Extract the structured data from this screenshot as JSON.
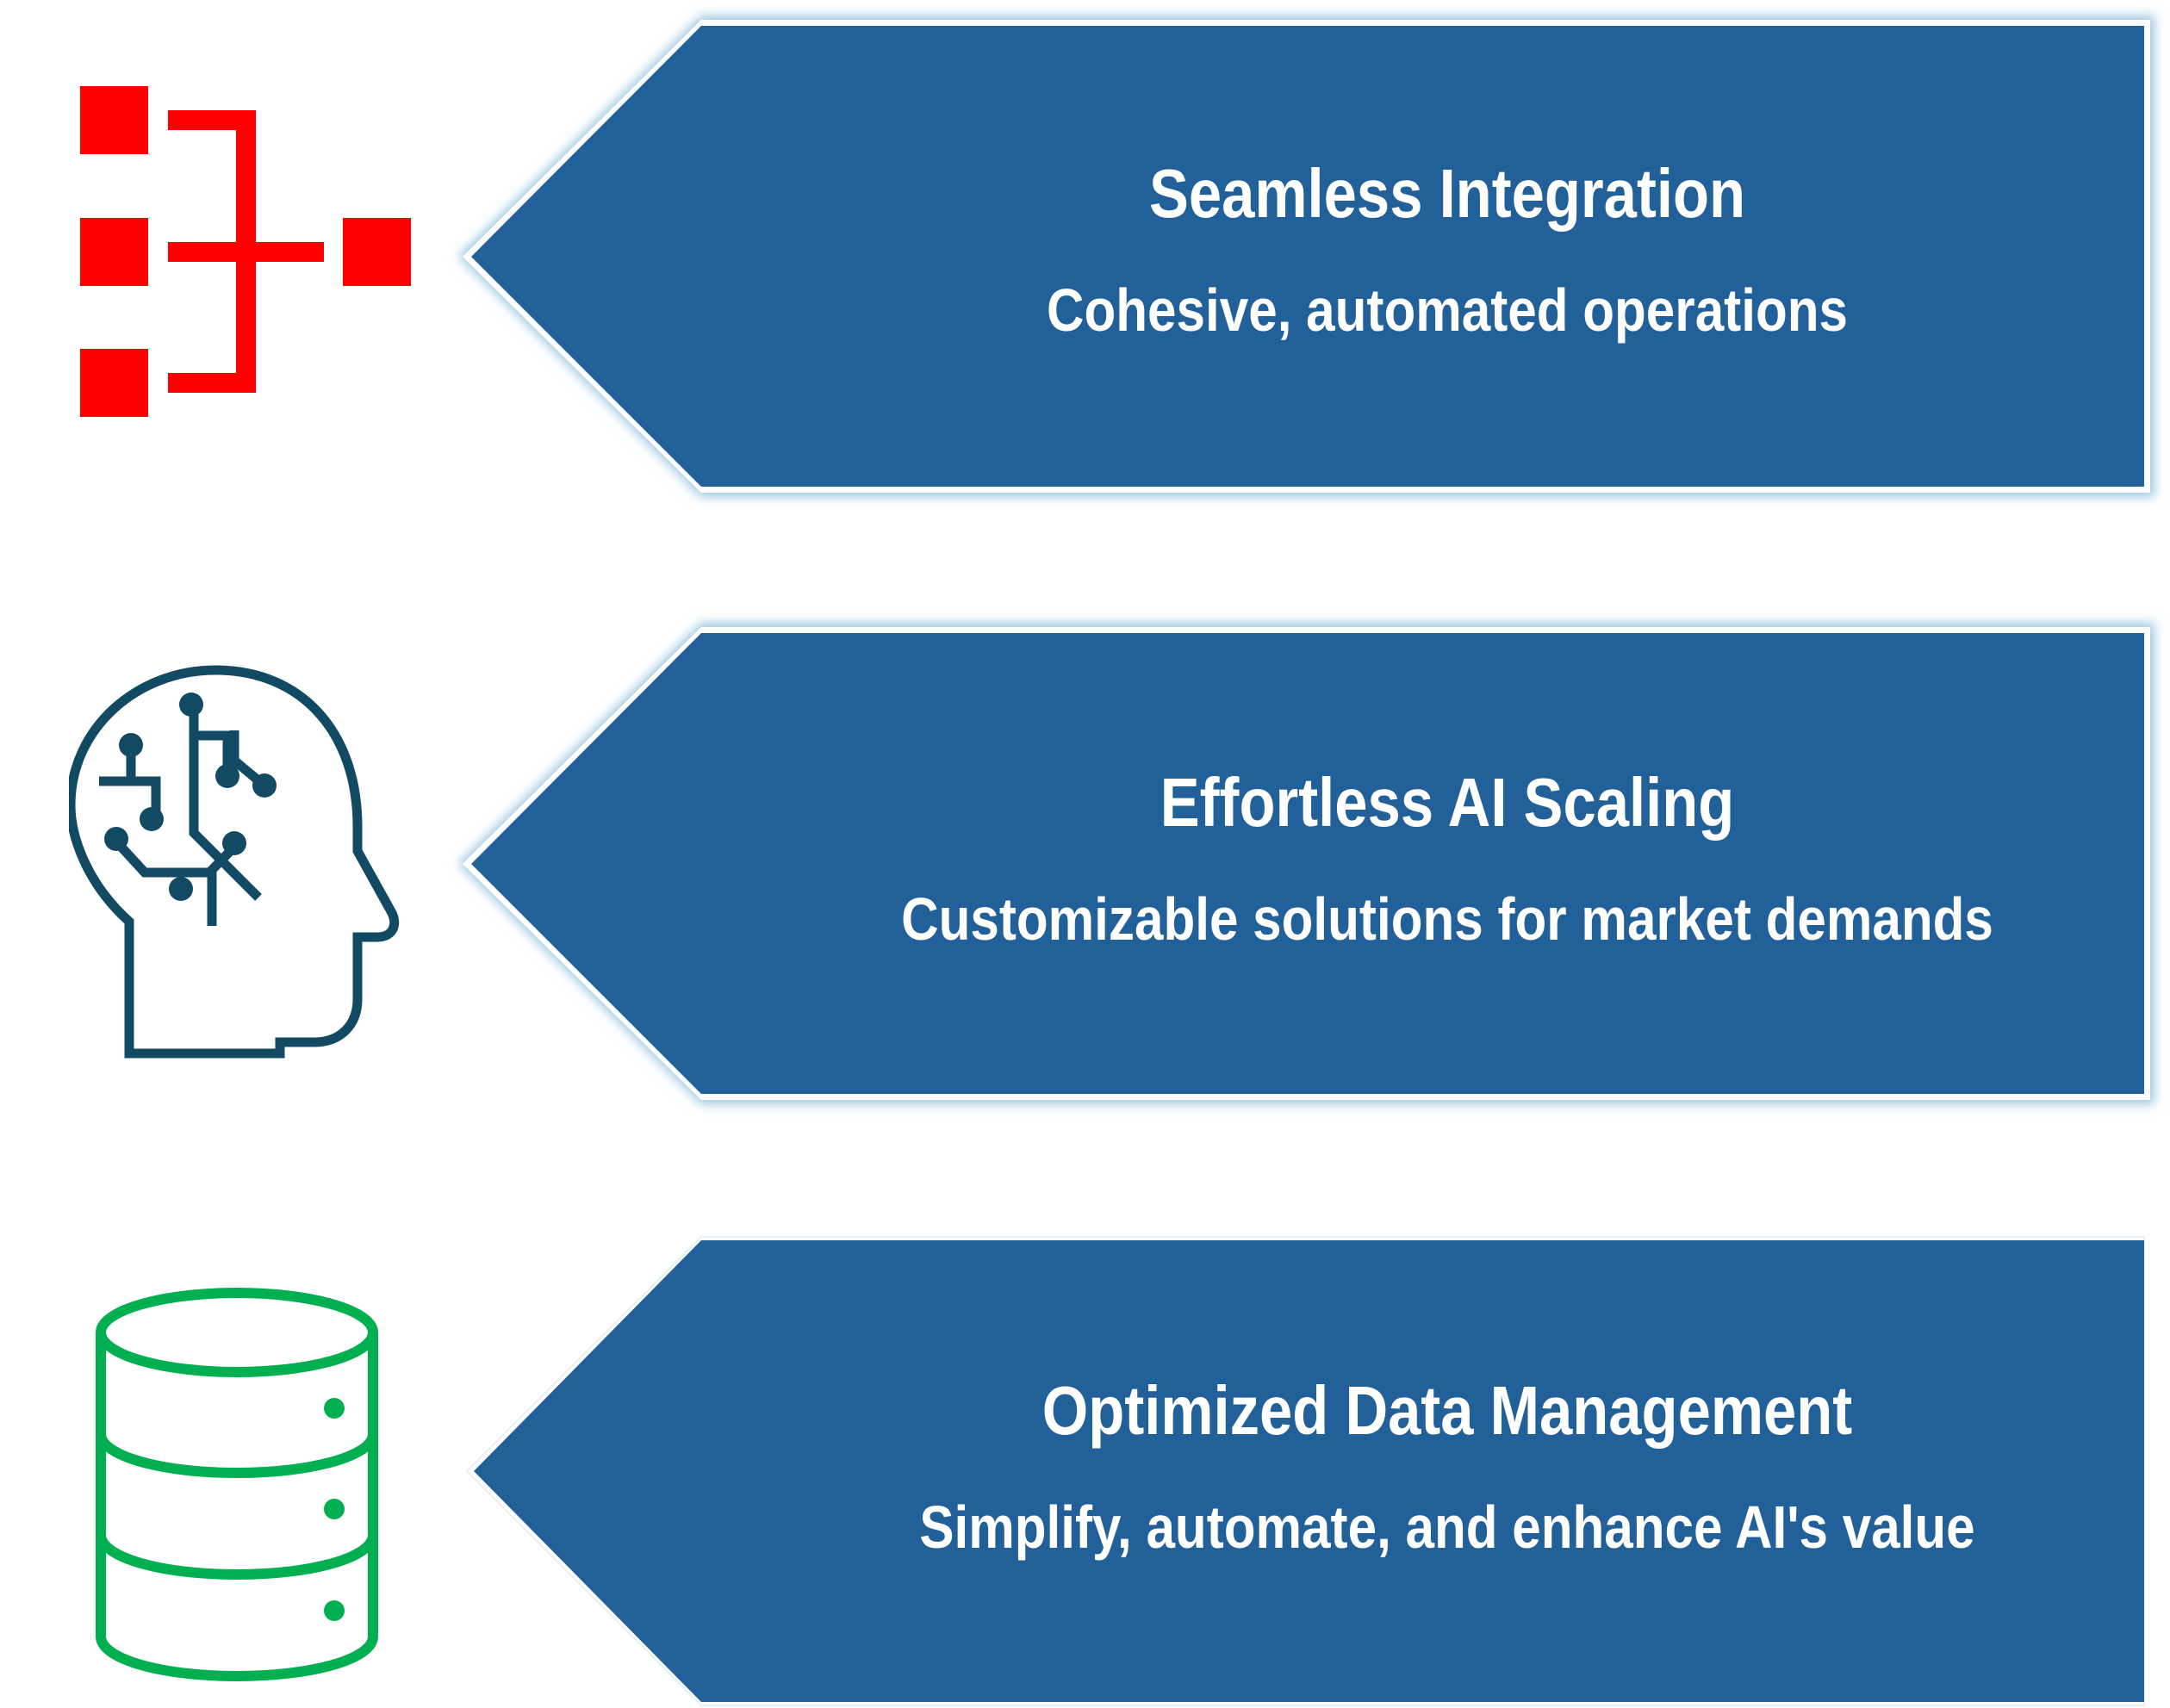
{
  "colors": {
    "banner_fill": "#22609A",
    "banner_glow": "#9FC8E0",
    "banner_text": "#FFFFFF",
    "integration_icon": "#FF0000",
    "ai_icon": "#134A63",
    "database_icon": "#00B050"
  },
  "items": [
    {
      "icon": "integration-hierarchy-icon",
      "title": "Seamless Integration",
      "subtitle": "Cohesive, automated operations"
    },
    {
      "icon": "ai-head-circuit-icon",
      "title": "Effortless AI Scaling",
      "subtitle": "Customizable solutions for market demands"
    },
    {
      "icon": "database-icon",
      "title": "Optimized Data Management",
      "subtitle": "Simplify, automate, and enhance AI's value"
    }
  ]
}
